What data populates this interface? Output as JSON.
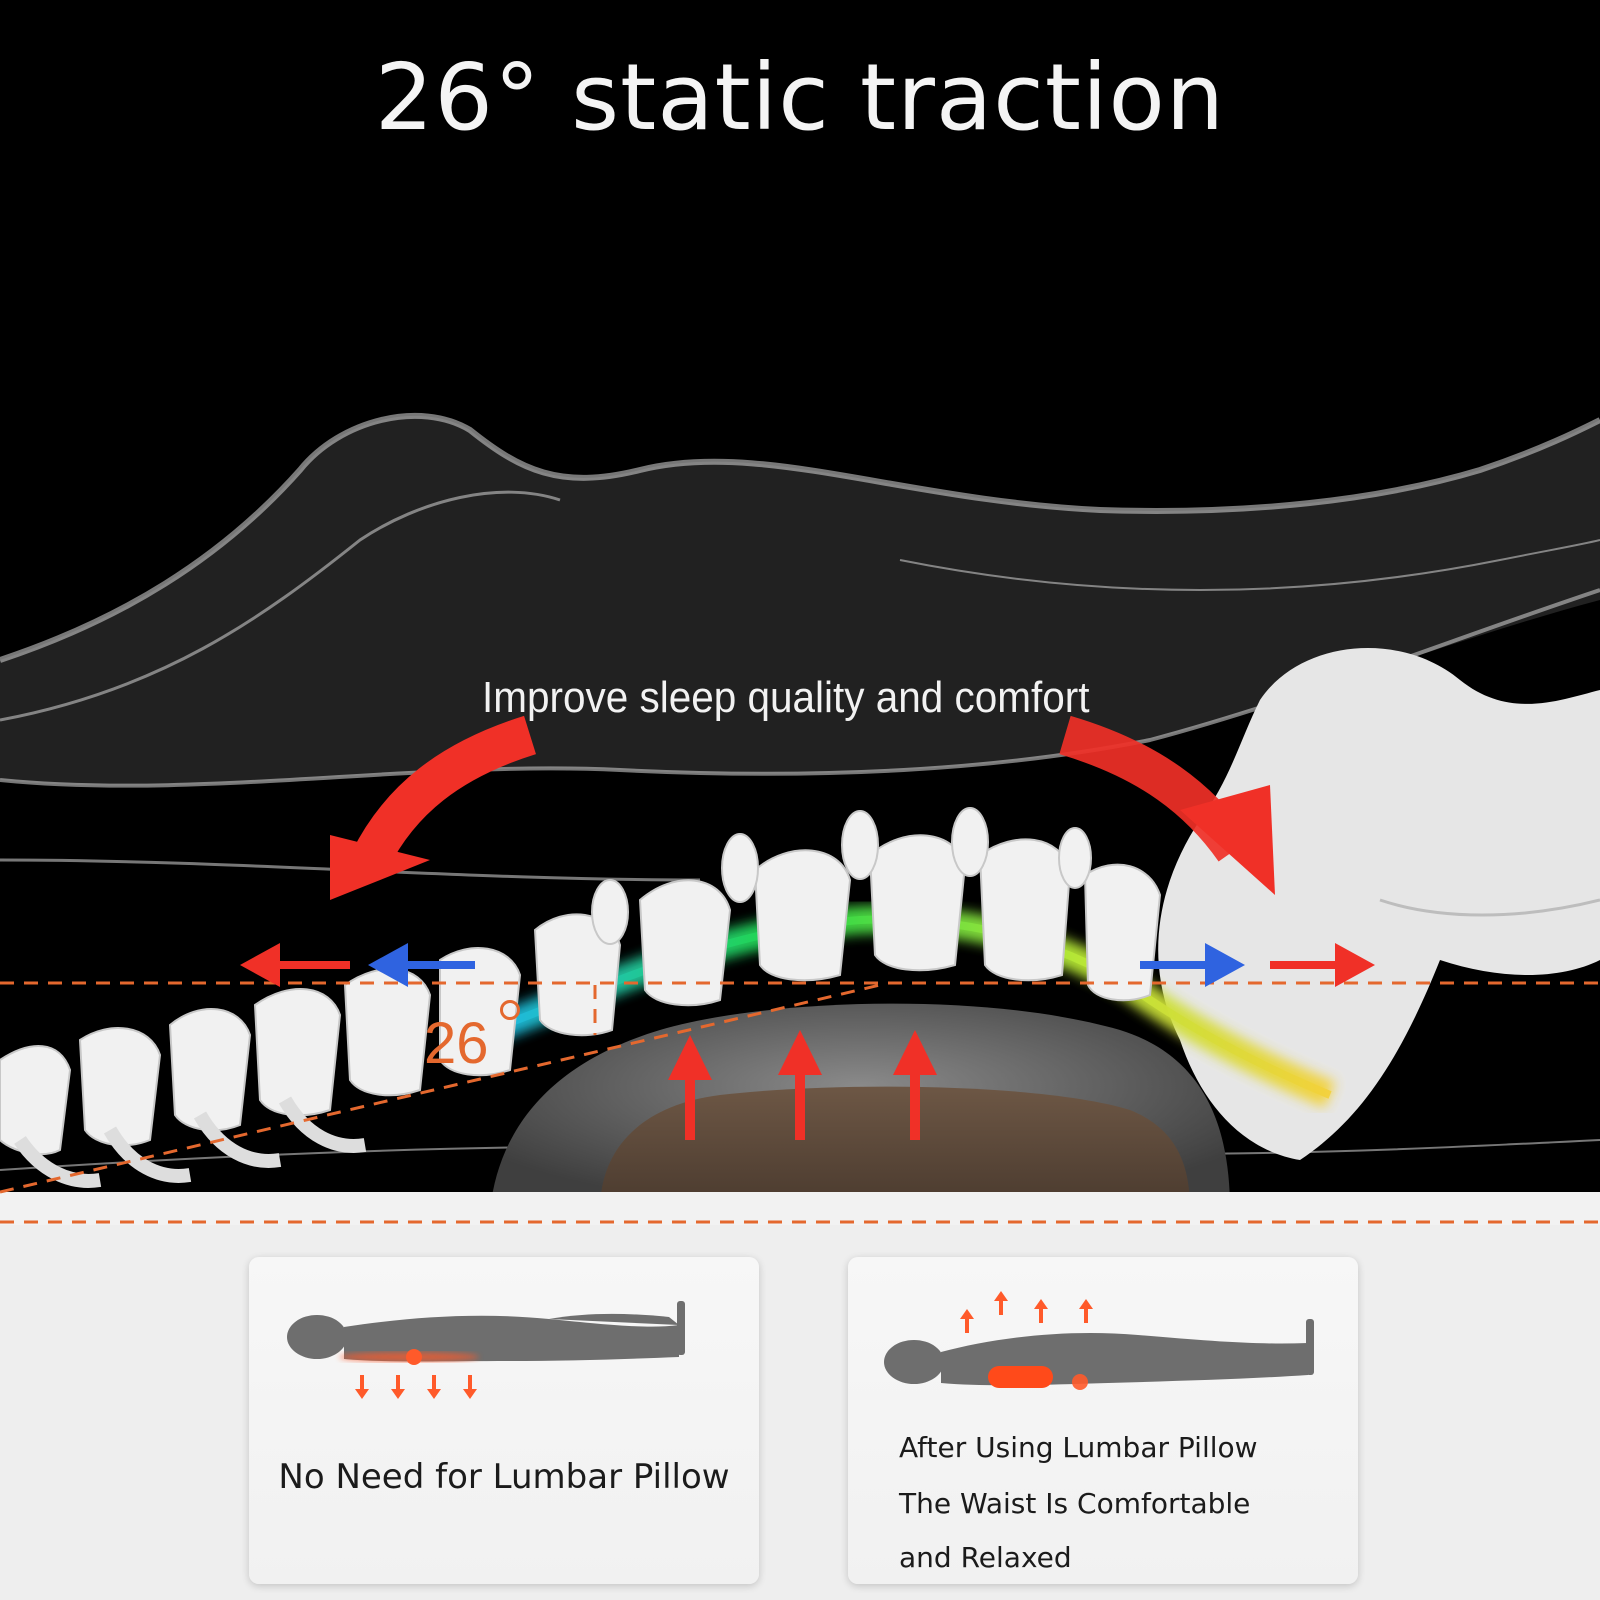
{
  "headline": "26° static traction",
  "subheadline": "Improve sleep quality and comfort",
  "traction_angle": {
    "number": "26"
  },
  "comparison": {
    "before": {
      "caption": "No Need for Lumbar Pillow",
      "icon": "person-lying-flat-icon"
    },
    "after": {
      "caption_lines": [
        "After Using Lumbar Pillow",
        "The Waist Is Comfortable",
        "and Relaxed"
      ],
      "icon": "person-lying-supported-icon"
    }
  },
  "colors": {
    "background": "#000000",
    "arrow_red": "#f03027",
    "arrow_blue": "#2f63e0",
    "guide_orange": "#e4682e",
    "glow_green": "#3be845",
    "panel": "#eeeeee"
  }
}
